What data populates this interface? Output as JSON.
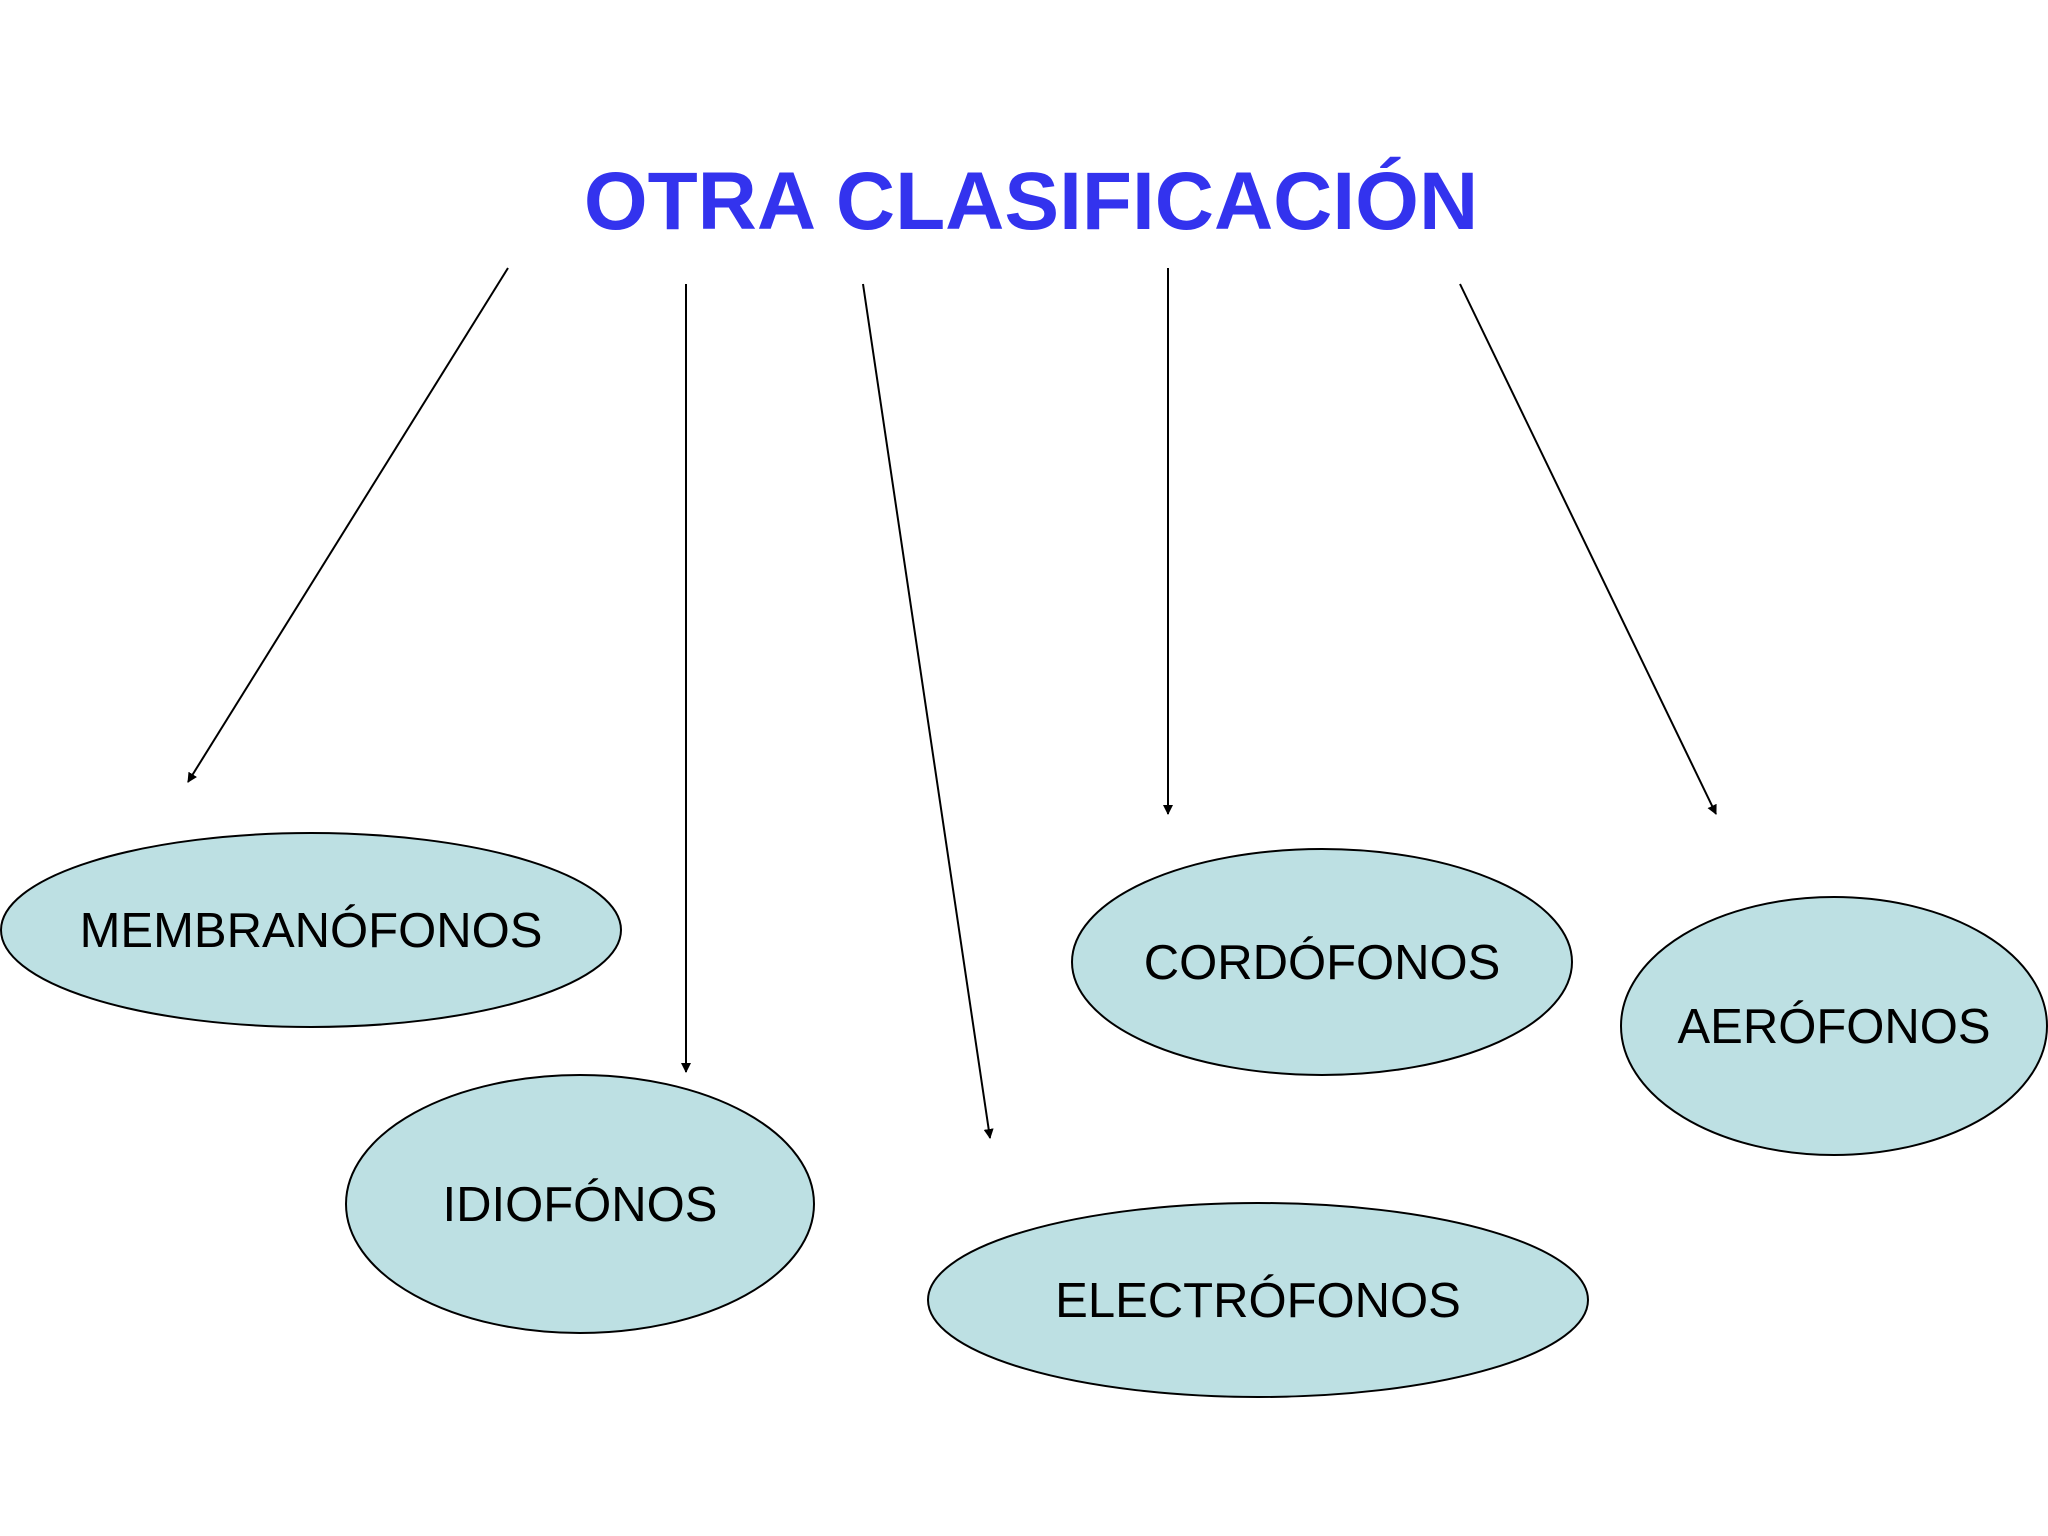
{
  "title": "OTRA CLASIFICACIÓN",
  "colors": {
    "title": "#3333ee",
    "node_fill": "#bde0e3",
    "node_stroke": "#000000",
    "arrow": "#000000",
    "background": "#ffffff"
  },
  "nodes": [
    {
      "id": "membranofonos",
      "label": "MEMBRANÓFONOS"
    },
    {
      "id": "idiofonos",
      "label": "IDIOFÓNOS"
    },
    {
      "id": "electrofonos",
      "label": "ELECTRÓFONOS"
    },
    {
      "id": "cordofonos",
      "label": "CORDÓFONOS"
    },
    {
      "id": "aerofonos",
      "label": "AERÓFONOS"
    }
  ],
  "edges": [
    {
      "from": "title",
      "to": "membranofonos"
    },
    {
      "from": "title",
      "to": "idiofonos"
    },
    {
      "from": "title",
      "to": "electrofonos"
    },
    {
      "from": "title",
      "to": "cordofonos"
    },
    {
      "from": "title",
      "to": "aerofonos"
    }
  ]
}
